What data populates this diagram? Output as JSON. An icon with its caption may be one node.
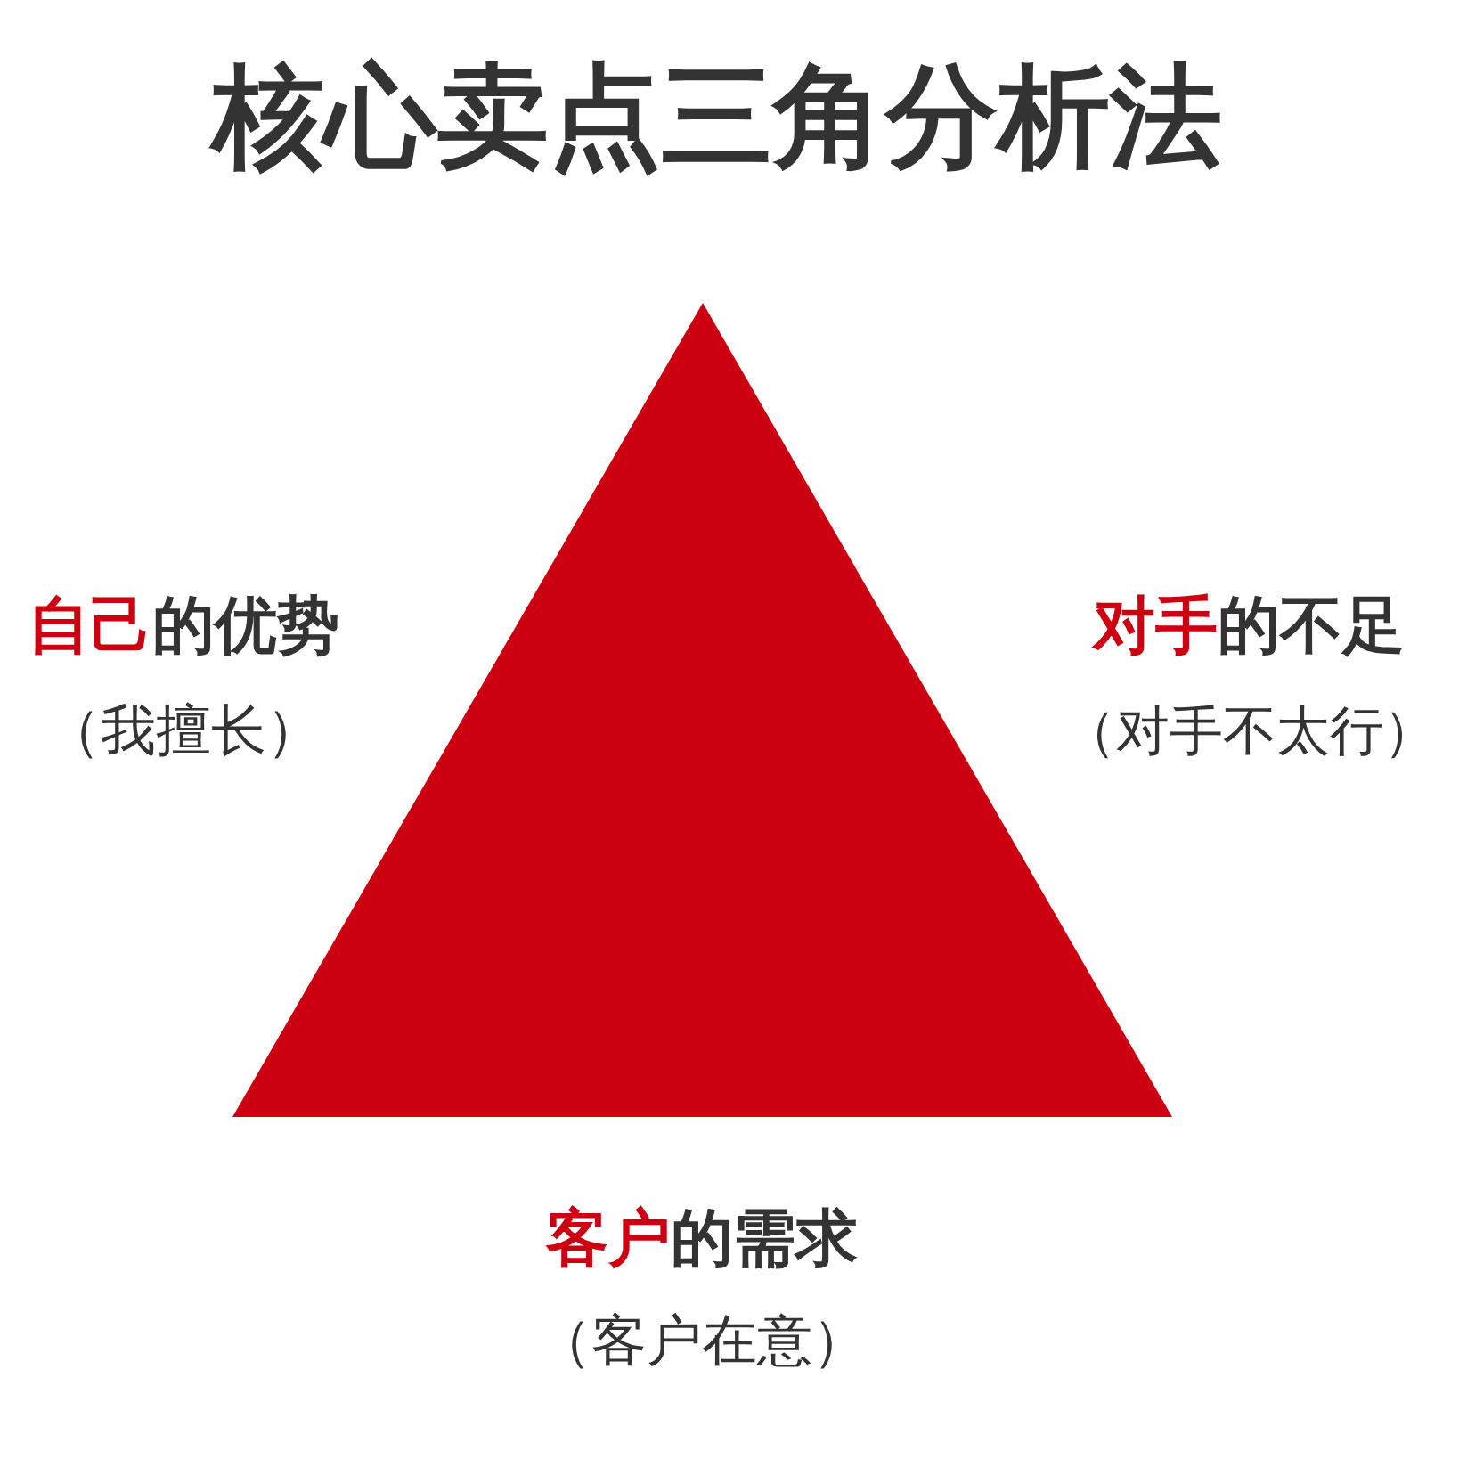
{
  "diagram": {
    "title": "核心卖点三角分析法",
    "labels": [
      "自己的优势",
      "（我擅长）",
      "对手的不足",
      "（对手不太行）",
      "客户的需求",
      "（客户在意）"
    ]
  }
}
